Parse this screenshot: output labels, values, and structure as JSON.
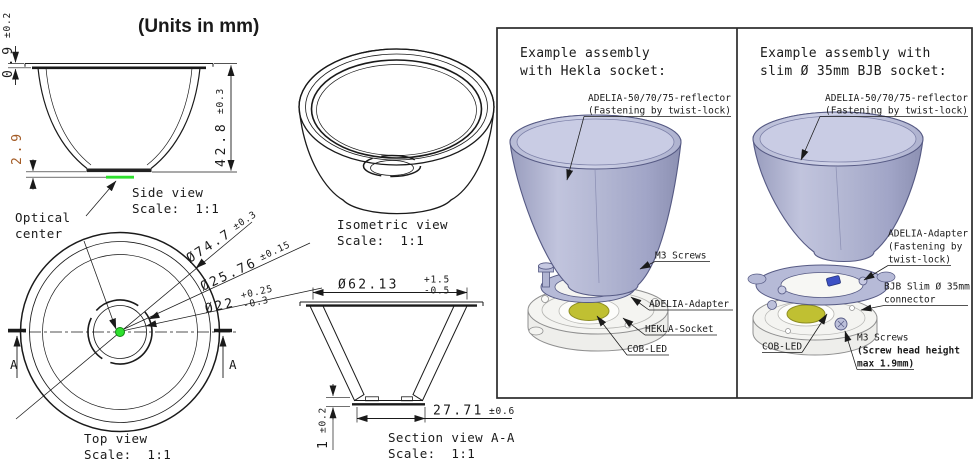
{
  "title": "(Units in mm)",
  "views": {
    "side": {
      "caption_1": "Side view",
      "caption_2": "Scale:  1:1",
      "optical_1": "Optical",
      "optical_2": "center"
    },
    "top": {
      "caption_1": "Top view",
      "caption_2": "Scale:  1:1",
      "marker": "A"
    },
    "iso": {
      "caption_1": "Isometric view",
      "caption_2": "Scale:  1:1"
    },
    "section": {
      "caption_1": "Section view A-A",
      "caption_2": "Scale:  1:1"
    }
  },
  "dims": {
    "flange": {
      "value": "0.9",
      "tol": "±0.2"
    },
    "height": {
      "value": "42.8",
      "tol": "±0.3"
    },
    "optical_offset": {
      "value": "2.9"
    },
    "outer_dia": {
      "value": "Ø74.7",
      "tol": "±0.3"
    },
    "collar_dia": {
      "value": "Ø25.76",
      "tol": "±0.15"
    },
    "hole_dia": {
      "value": "Ø22",
      "tol_plus": "+0.25",
      "tol_minus": "-0.3"
    },
    "opening_dia": {
      "value": "Ø62.13",
      "tol_plus": "+1.5",
      "tol_minus": "-0.5"
    },
    "base_width": {
      "value": "27.71",
      "tol": "±0.6"
    },
    "base_height": {
      "value": "1",
      "tol": "±0.2"
    }
  },
  "panels": [
    {
      "title_1": "Example assembly",
      "title_2": "with Hekla socket:",
      "reflector_1": "ADELIA-50/70/75-reflector",
      "reflector_2": "(Fastening by twist-lock)",
      "screws": "M3 Screws",
      "adapter": "ADELIA-Adapter",
      "socket": "HEKLA-Socket",
      "led": "COB-LED"
    },
    {
      "title_1": "Example assembly with",
      "title_2": "slim Ø 35mm BJB socket:",
      "reflector_1": "ADELIA-50/70/75-reflector",
      "reflector_2": "(Fastening by twist-lock)",
      "adapter_1": "ADELIA-Adapter",
      "adapter_2": "(Fastening by",
      "adapter_3": "twist-lock)",
      "connector_1": "BJB Slim Ø 35mm",
      "connector_2": "connector",
      "led": "COB-LED",
      "screws": "M3 Screws",
      "screws_note_1": "(Screw head height",
      "screws_note_2": "max 1.9mm)"
    }
  ],
  "colors": {
    "line": "#1a1a1a",
    "accent_green": "#2ee02e",
    "dim_orange": "#a35b25",
    "reflector_lavender": "#b6bad7",
    "led_yellow": "#c0c032",
    "connector_blue": "#3d51c5"
  }
}
